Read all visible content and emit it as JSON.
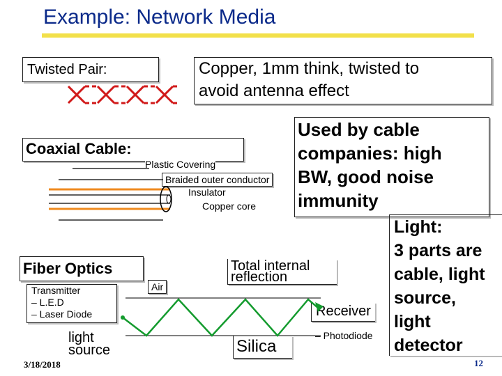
{
  "title": "Example: Network Media",
  "twisted_pair": {
    "label": "Twisted Pair:",
    "desc_line1": "Copper, 1mm think, twisted to",
    "desc_line2": "avoid antenna effect"
  },
  "coax": {
    "label": "Coaxial Cable:",
    "plastic": "Plastic Covering",
    "braided": "Braided outer conductor",
    "insulator": "Insulator",
    "copper": "Copper core",
    "used_line1": "Used by cable",
    "used_line2": "companies: high",
    "used_line3": "BW, good noise",
    "used_line4": "immunity"
  },
  "fiber": {
    "label": "Fiber Optics",
    "transmitter": "Transmitter",
    "led": "– L.E.D",
    "laser": "– Laser Diode",
    "light_source_1": "light",
    "light_source_2": "source",
    "air": "Air",
    "tir_1": "Total internal",
    "tir_2": "reflection",
    "receiver": "Receiver",
    "photodiode": "– Photodiode",
    "silica": "Silica"
  },
  "light": {
    "line1": "Light:",
    "line2": "3 parts are",
    "line3": "cable, light",
    "line4": "source,",
    "line5": "light",
    "line6": "detector"
  },
  "footer": {
    "date": "3/18/2018",
    "page": "12"
  },
  "colors": {
    "title": "#0b2a8a",
    "accent_bar": "#f2e04a",
    "twist_red": "#d11a1a",
    "cable_orange": "#ef8a1f",
    "fiber_green": "#149b2e"
  }
}
